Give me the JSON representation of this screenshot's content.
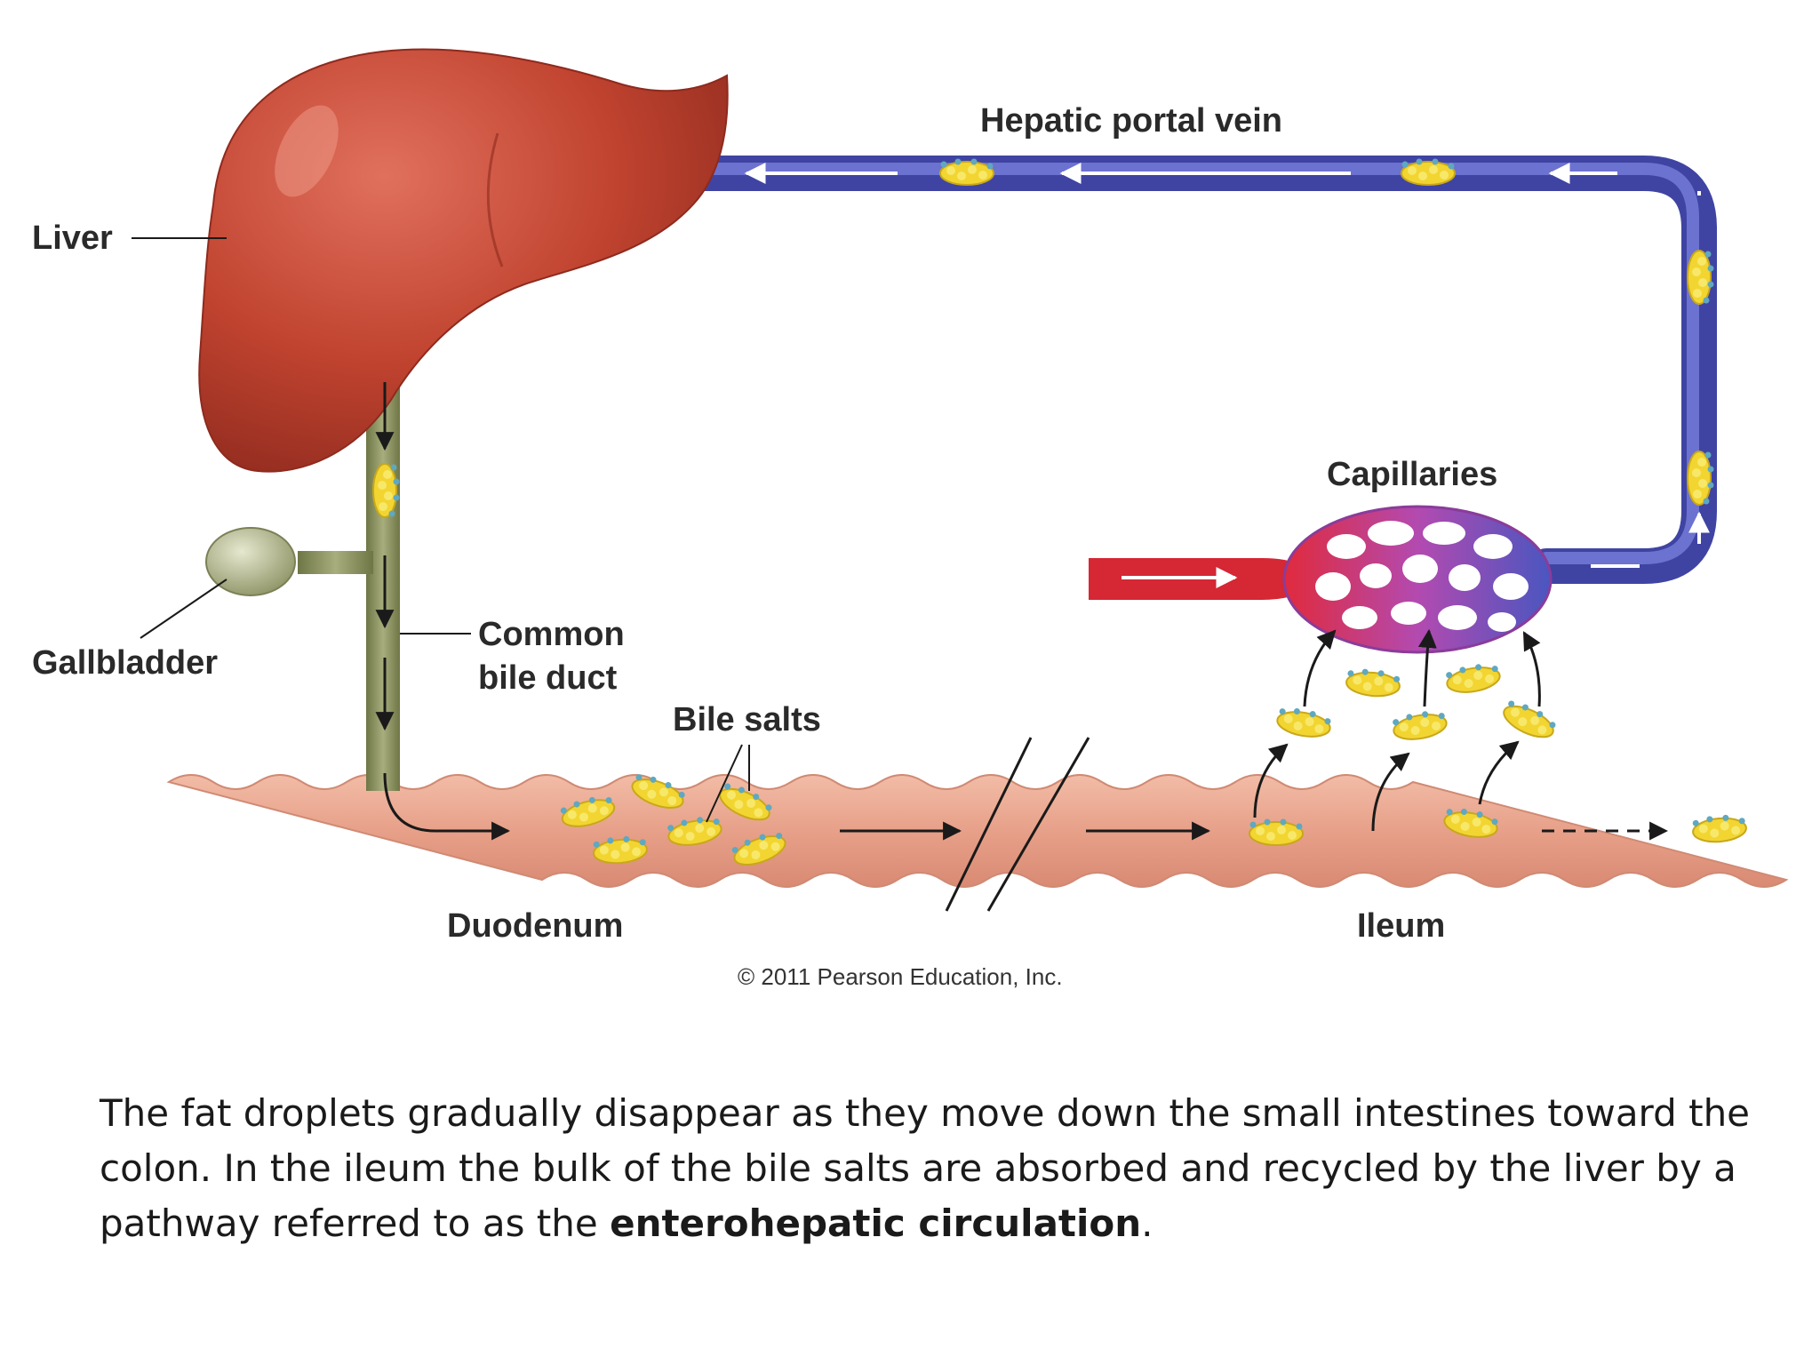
{
  "labels": {
    "liver": "Liver",
    "gallbladder": "Gallbladder",
    "common_bile_duct_line1": "Common",
    "common_bile_duct_line2": "bile duct",
    "bile_salts": "Bile salts",
    "hepatic_portal_vein": "Hepatic portal vein",
    "capillaries": "Capillaries",
    "duodenum": "Duodenum",
    "ileum": "Ileum"
  },
  "copyright": "© 2011 Pearson Education, Inc.",
  "caption": {
    "text_before": " The fat droplets gradually disappear as they move down the small intestines toward the colon. In the ileum the bulk of the bile salts are absorbed and recycled by the liver by a pathway referred to as the ",
    "emphasis": "enterohepatic circulation",
    "text_after": "."
  },
  "colors": {
    "liver": "#b83a2a",
    "bile_duct": "#8c9460",
    "gallbladder": "#a9ad82",
    "portal_vein": "#4a4fae",
    "artery": "#d42a35",
    "intestine": "#e8a58c",
    "bile_salt": "#f2d531"
  }
}
